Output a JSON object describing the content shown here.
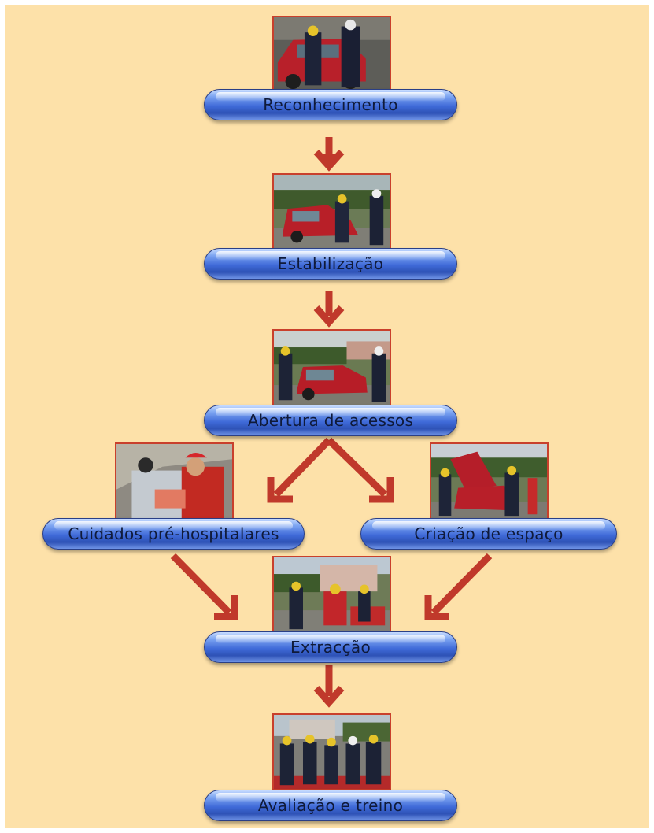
{
  "steps": {
    "s1": {
      "label": "Reconhecimento",
      "photo_icon": "firefighters-at-car-photo"
    },
    "s2": {
      "label": "Estabilização",
      "photo_icon": "car-stabilization-photo"
    },
    "s3": {
      "label": "Abertura de acessos",
      "photo_icon": "opening-access-photo"
    },
    "s4": {
      "label": "Cuidados pré-hospitalares",
      "photo_icon": "pre-hospital-care-photo"
    },
    "s5": {
      "label": "Criação de espaço",
      "photo_icon": "space-creation-photo"
    },
    "s6": {
      "label": "Extracção",
      "photo_icon": "victim-extraction-photo"
    },
    "s7": {
      "label": "Avaliação e treino",
      "photo_icon": "team-debrief-photo"
    }
  },
  "colors": {
    "background": "#fde1a9",
    "arrow": "#c0392b",
    "photo_border": "#c9402c",
    "pill_top": "#c8dcff",
    "pill_bottom": "#2e52b6",
    "label_text": "#0f1a3a"
  }
}
